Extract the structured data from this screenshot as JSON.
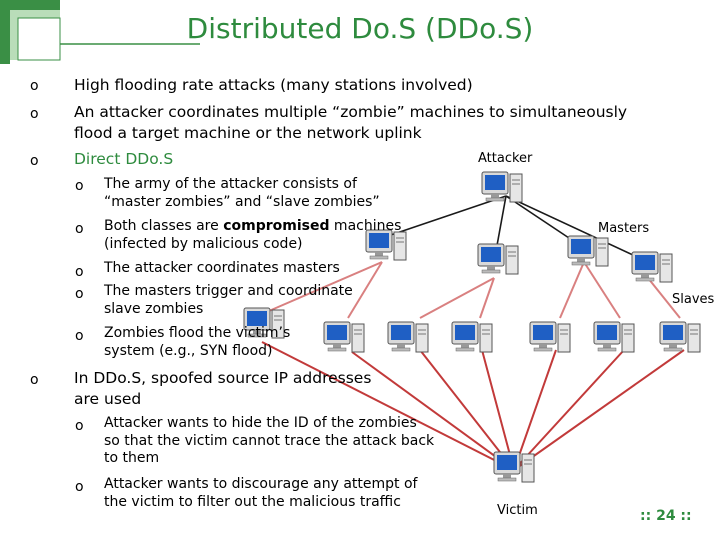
{
  "slide": {
    "title": "Distributed Do.S (DDo.S)",
    "bullet_marker": "o",
    "bullets": [
      "High flooding rate attacks (many stations involved)",
      "An attacker coordinates multiple “zombie” machines to simultaneously",
      "flood a target machine or the network uplink",
      "Direct DDo.S"
    ],
    "direct_sub": [
      [
        "The army of the attacker consists of",
        "“master zombies” and “slave zombies”"
      ],
      [
        "Both classes are ",
        "compromised",
        " machines",
        "(infected by malicious code)"
      ],
      [
        "The attacker coordinates masters"
      ],
      [
        "The masters trigger and coordinate",
        "slave zombies"
      ],
      [
        "Zombies flood the victim’s",
        "system (e.g., SYN flood)"
      ]
    ],
    "spoof_bullet": [
      "In DDo.S, spoofed source IP addresses",
      "are used"
    ],
    "spoof_sub": [
      [
        "Attacker wants to hide the ID of the zombies",
        "so that the victim cannot trace the attack back",
        "to them"
      ],
      [
        "Attacker wants to discourage any attempt of",
        "the victim to filter out the malicious traffic"
      ]
    ],
    "page_number": ":: 24 ::"
  },
  "diagram": {
    "labels": {
      "attacker": "Attacker",
      "masters": "Masters",
      "slaves": "Slaves",
      "victim": "Victim"
    },
    "icons": "computer-icon",
    "colors": {
      "attacker_to_master": "#1a1a1a",
      "master_to_slave": "#d98080",
      "slave_to_victim": "#c23a3a",
      "title": "#2e8b3e"
    }
  }
}
